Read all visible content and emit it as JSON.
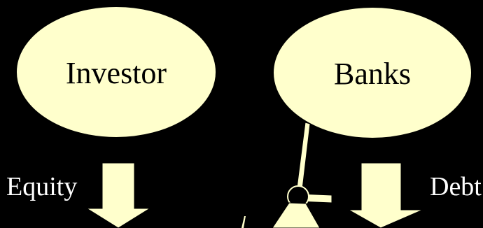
{
  "diagram": {
    "nodes": [
      {
        "id": "investor",
        "label": "Investor"
      },
      {
        "id": "banks",
        "label": "Banks"
      }
    ],
    "flows": [
      {
        "from": "investor",
        "label": "Equity"
      },
      {
        "from": "banks",
        "label": "Debt"
      }
    ]
  },
  "colors": {
    "background": "#000000",
    "node_fill": "#ffffcc",
    "arrow_fill": "#ffffcc",
    "label_text": "#ffffff",
    "node_text": "#000000"
  }
}
